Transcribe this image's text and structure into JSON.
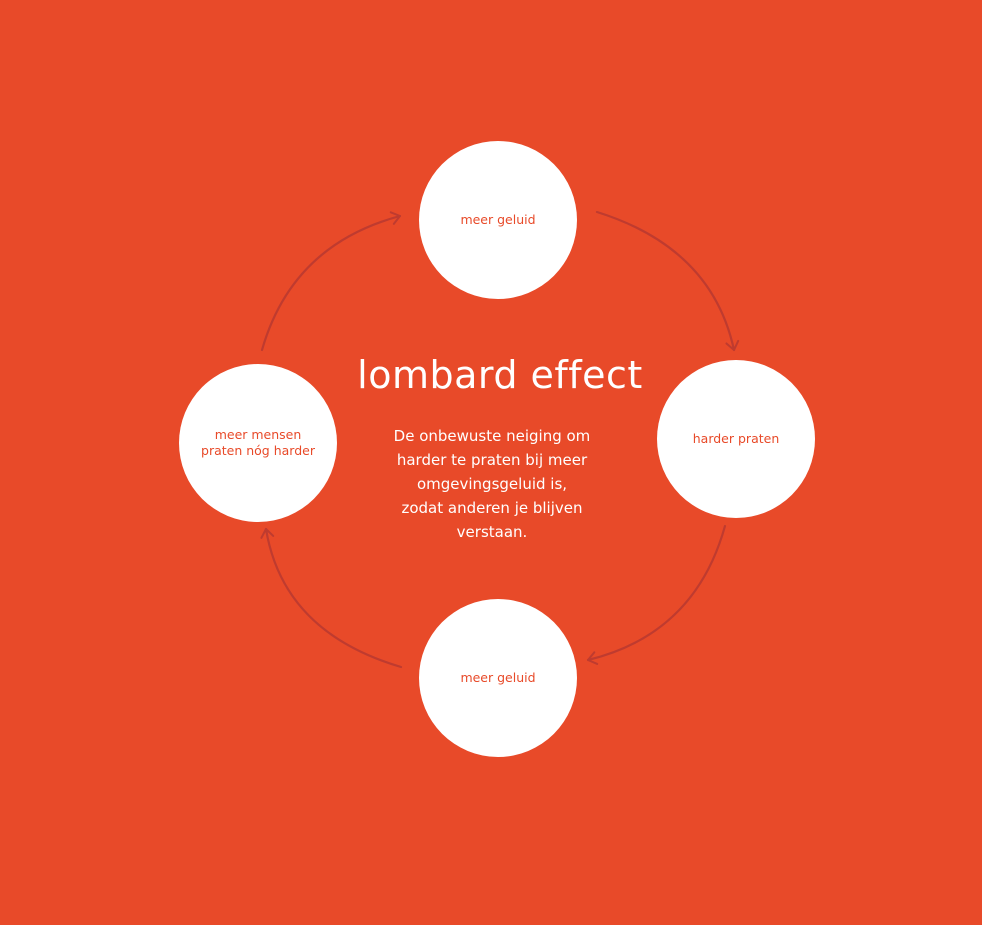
{
  "colors": {
    "background": "#e84a29",
    "node_fill": "#ffffff",
    "node_text": "#e84a29",
    "arrow": "#bf3b2f",
    "center_text": "#ffffff"
  },
  "diagram": {
    "title": "lombard effect",
    "description": "De onbewuste neiging om\nharder te praten bij meer\nomgevingsgeluid is,\nzodat anderen je blijven\nverstaan.",
    "nodes": {
      "top": "meer geluid",
      "right": "harder praten",
      "bottom": "meer geluid",
      "left": "meer mensen\npraten nóg harder"
    },
    "flow": [
      "top",
      "right",
      "bottom",
      "left",
      "top"
    ]
  }
}
